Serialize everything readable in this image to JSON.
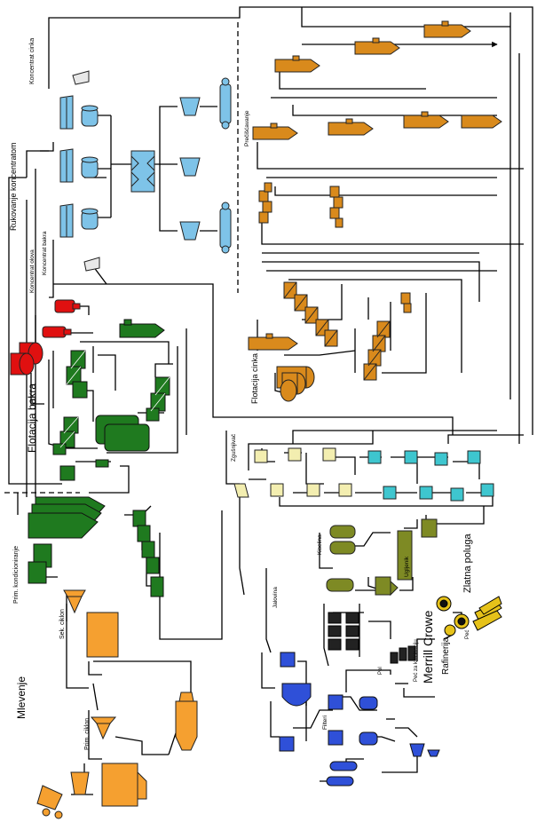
{
  "labels": {
    "koncentrat_cinka": "Koncentrat cinka",
    "rukovanje_koncentratom": "Rukovanje koncentratom",
    "koncentrat_olova": "Koncentrat olova",
    "koncentrat_bakra": "Koncentrat bakra",
    "precistavanje": "Prečišćavanje",
    "flotacija_cinka": "Flotacija cinka",
    "flotacija_bakra": "Flotacija bakra",
    "prim_kondicioniranje": "Prim. kondicioniranje",
    "sek_ciklon": "Sek. ciklon",
    "mlevenje": "Mlevenje",
    "prim_ciklon": "Prim. ciklon",
    "zgusnjivac": "Zgušnjivač",
    "kiselina": "Kiselina",
    "jalovina": "Jalovina",
    "filteri": "Filteri",
    "ugljenik": "Ugljenik",
    "zlatna_poluga": "Zlatna poluga",
    "merrill_crowe": "Merrill Crowe",
    "rafinerija": "Rafinerija",
    "pec_za_kalcinaciju": "Peć za kalcinaciju",
    "pec": "Peć",
    "pol": "Pol"
  },
  "colors": {
    "zinc": "#d98a1c",
    "copper": "#1f7a1f",
    "lead": "#e01010",
    "handling": "#7ec3e8",
    "grinding": "#f5a030",
    "pale": "#f3eeb0",
    "cyan": "#3ec6cf",
    "olive": "#7e8a24",
    "blue": "#2f50d8",
    "dark": "#222222",
    "gold": "#e6c21a"
  }
}
